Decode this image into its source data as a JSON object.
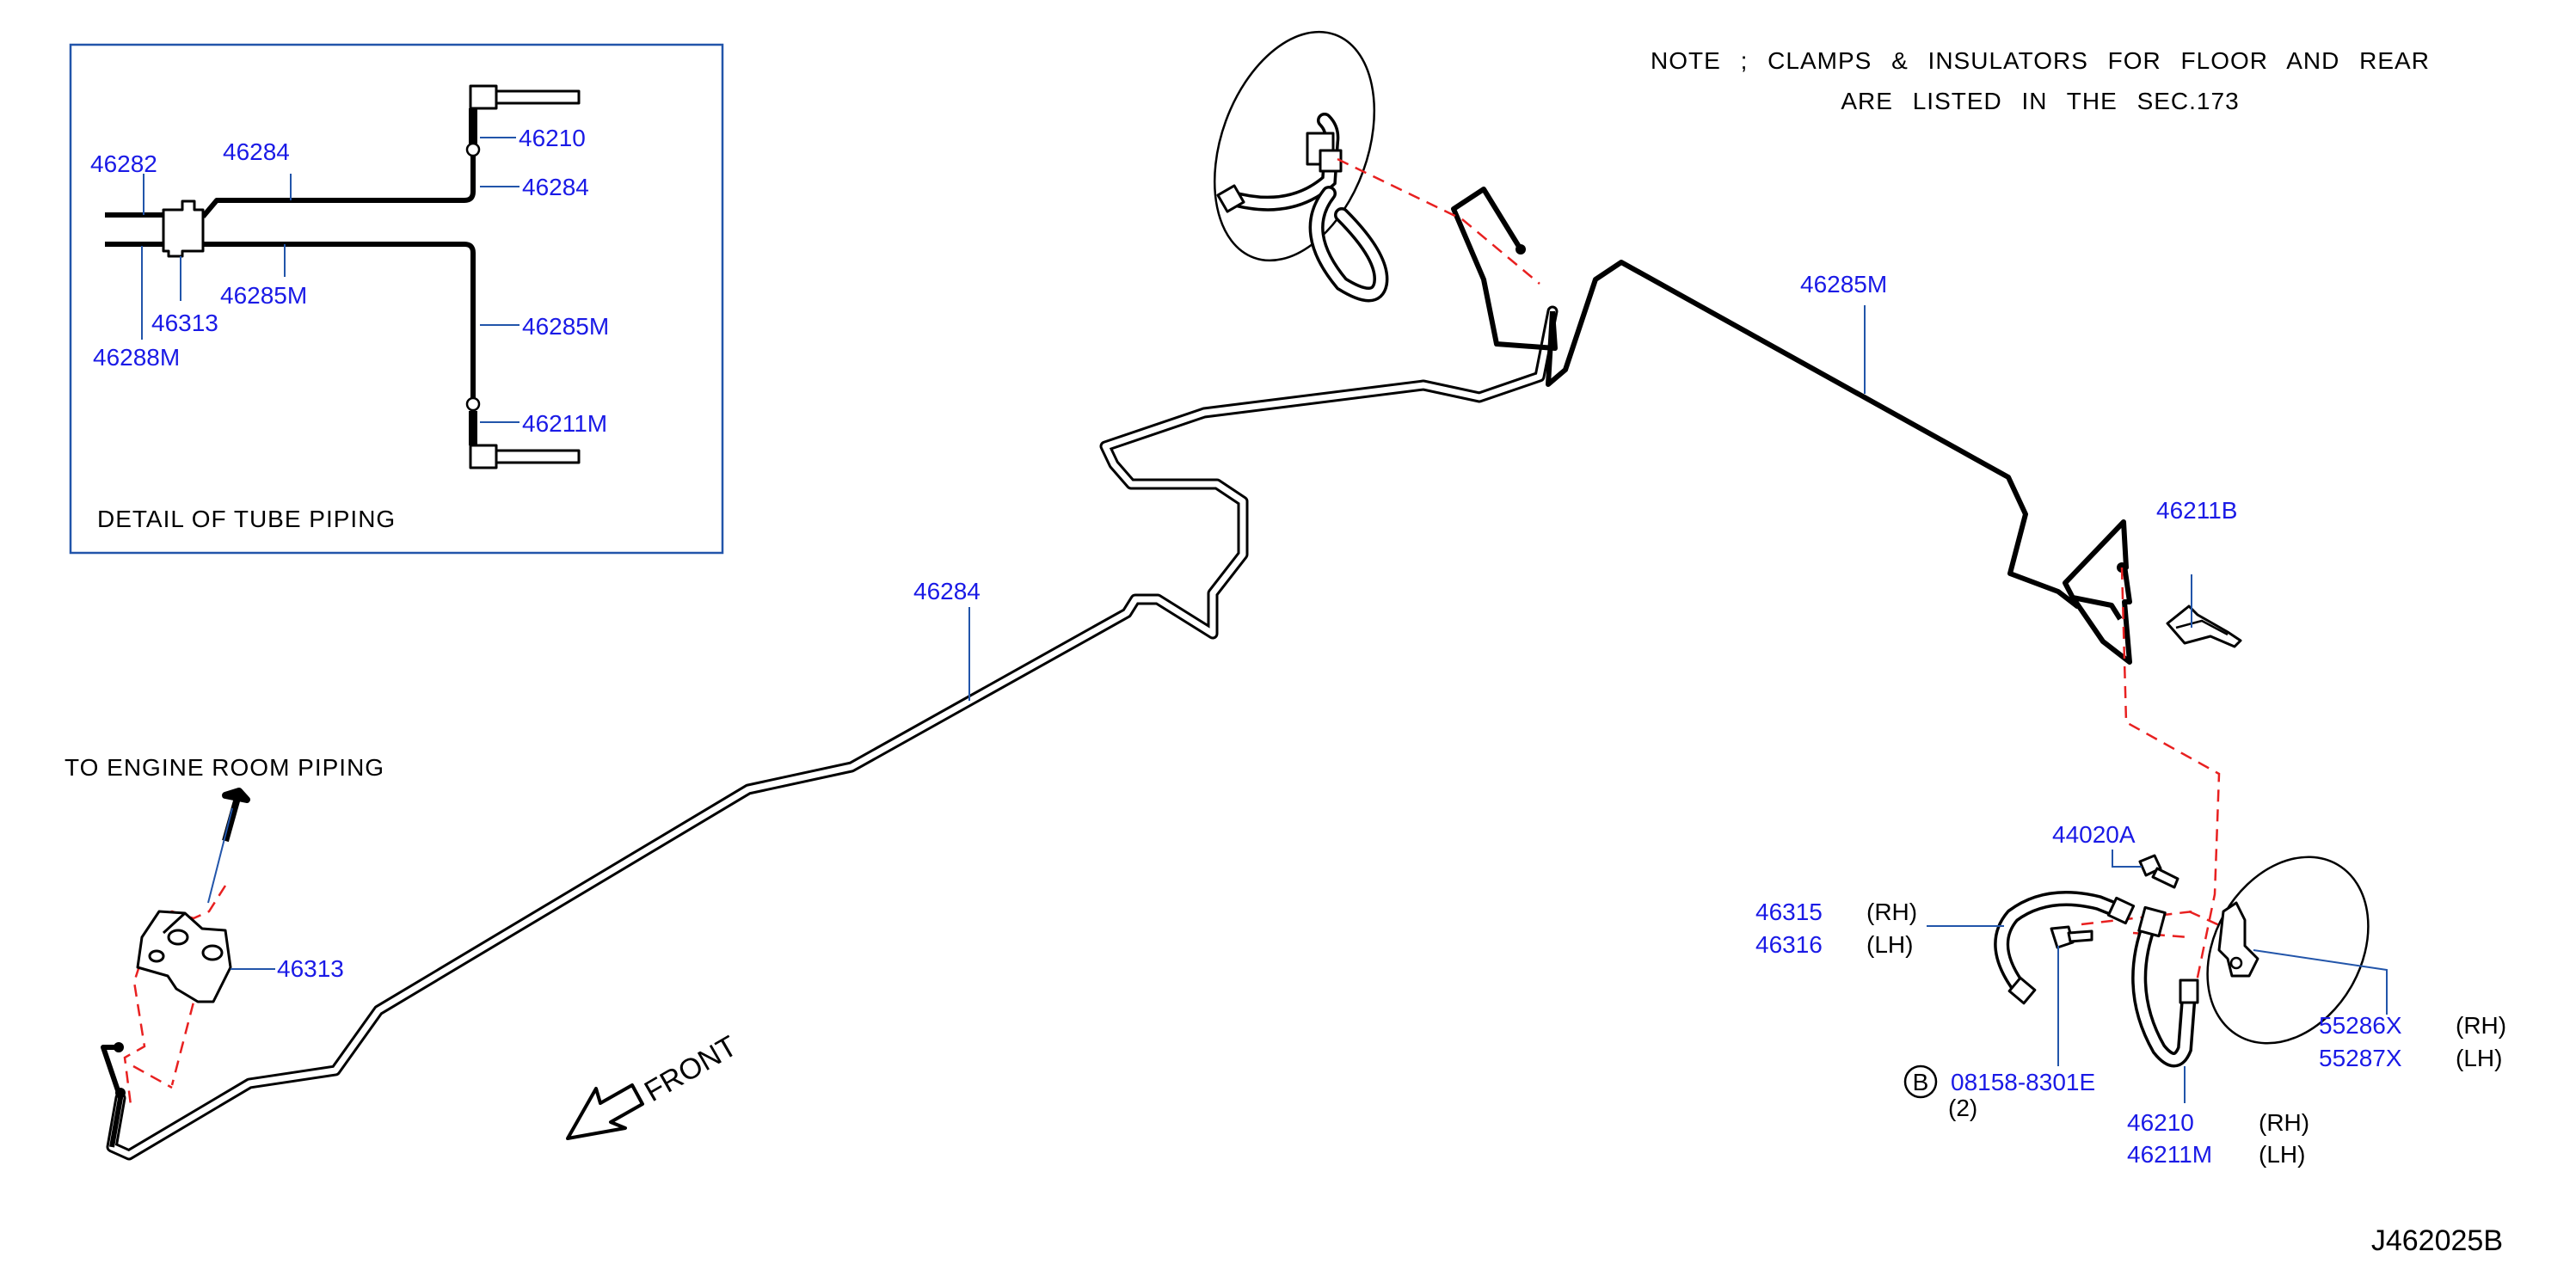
{
  "note": {
    "line1": "NOTE  ;  CLAMPS  &  INSULATORS  FOR  FLOOR  AND  REAR",
    "line2": "ARE  LISTED  IN  THE  SEC.173"
  },
  "detail": {
    "title": "DETAIL   OF   TUBE   PIPING",
    "labels": {
      "p46282": "46282",
      "p46284_top": "46284",
      "p46210": "46210",
      "p46284_right": "46284",
      "p46285M_bottom": "46285M",
      "p46313": "46313",
      "p46288M": "46288M",
      "p46285M_right": "46285M",
      "p46211M": "46211M"
    }
  },
  "main": {
    "to_engine": "TO   ENGINE   ROOM   PIPING",
    "front": "FRONT",
    "labels": {
      "p46284": "46284",
      "p46285M": "46285M",
      "p46211B": "46211B",
      "p46313": "46313",
      "p44020A": "44020A",
      "p46315": "46315",
      "p46316": "46316",
      "p55286X": "55286X",
      "p55287X": "55287X",
      "p08158": "08158-8301E",
      "b_marker": "B",
      "qty": "(2)",
      "p46210": "46210",
      "p46211M": "46211M"
    },
    "sides": {
      "rh_1": "(RH)",
      "lh_1": "(LH)",
      "rh_2": "(RH)",
      "lh_2": "(LH)",
      "rh_3": "(RH)",
      "lh_3": "(LH)"
    }
  },
  "diagram_id": "J462025B",
  "colors": {
    "part_number": "#1a1ae6",
    "dashed_leader": "#e82020",
    "detail_border": "#2255aa"
  }
}
